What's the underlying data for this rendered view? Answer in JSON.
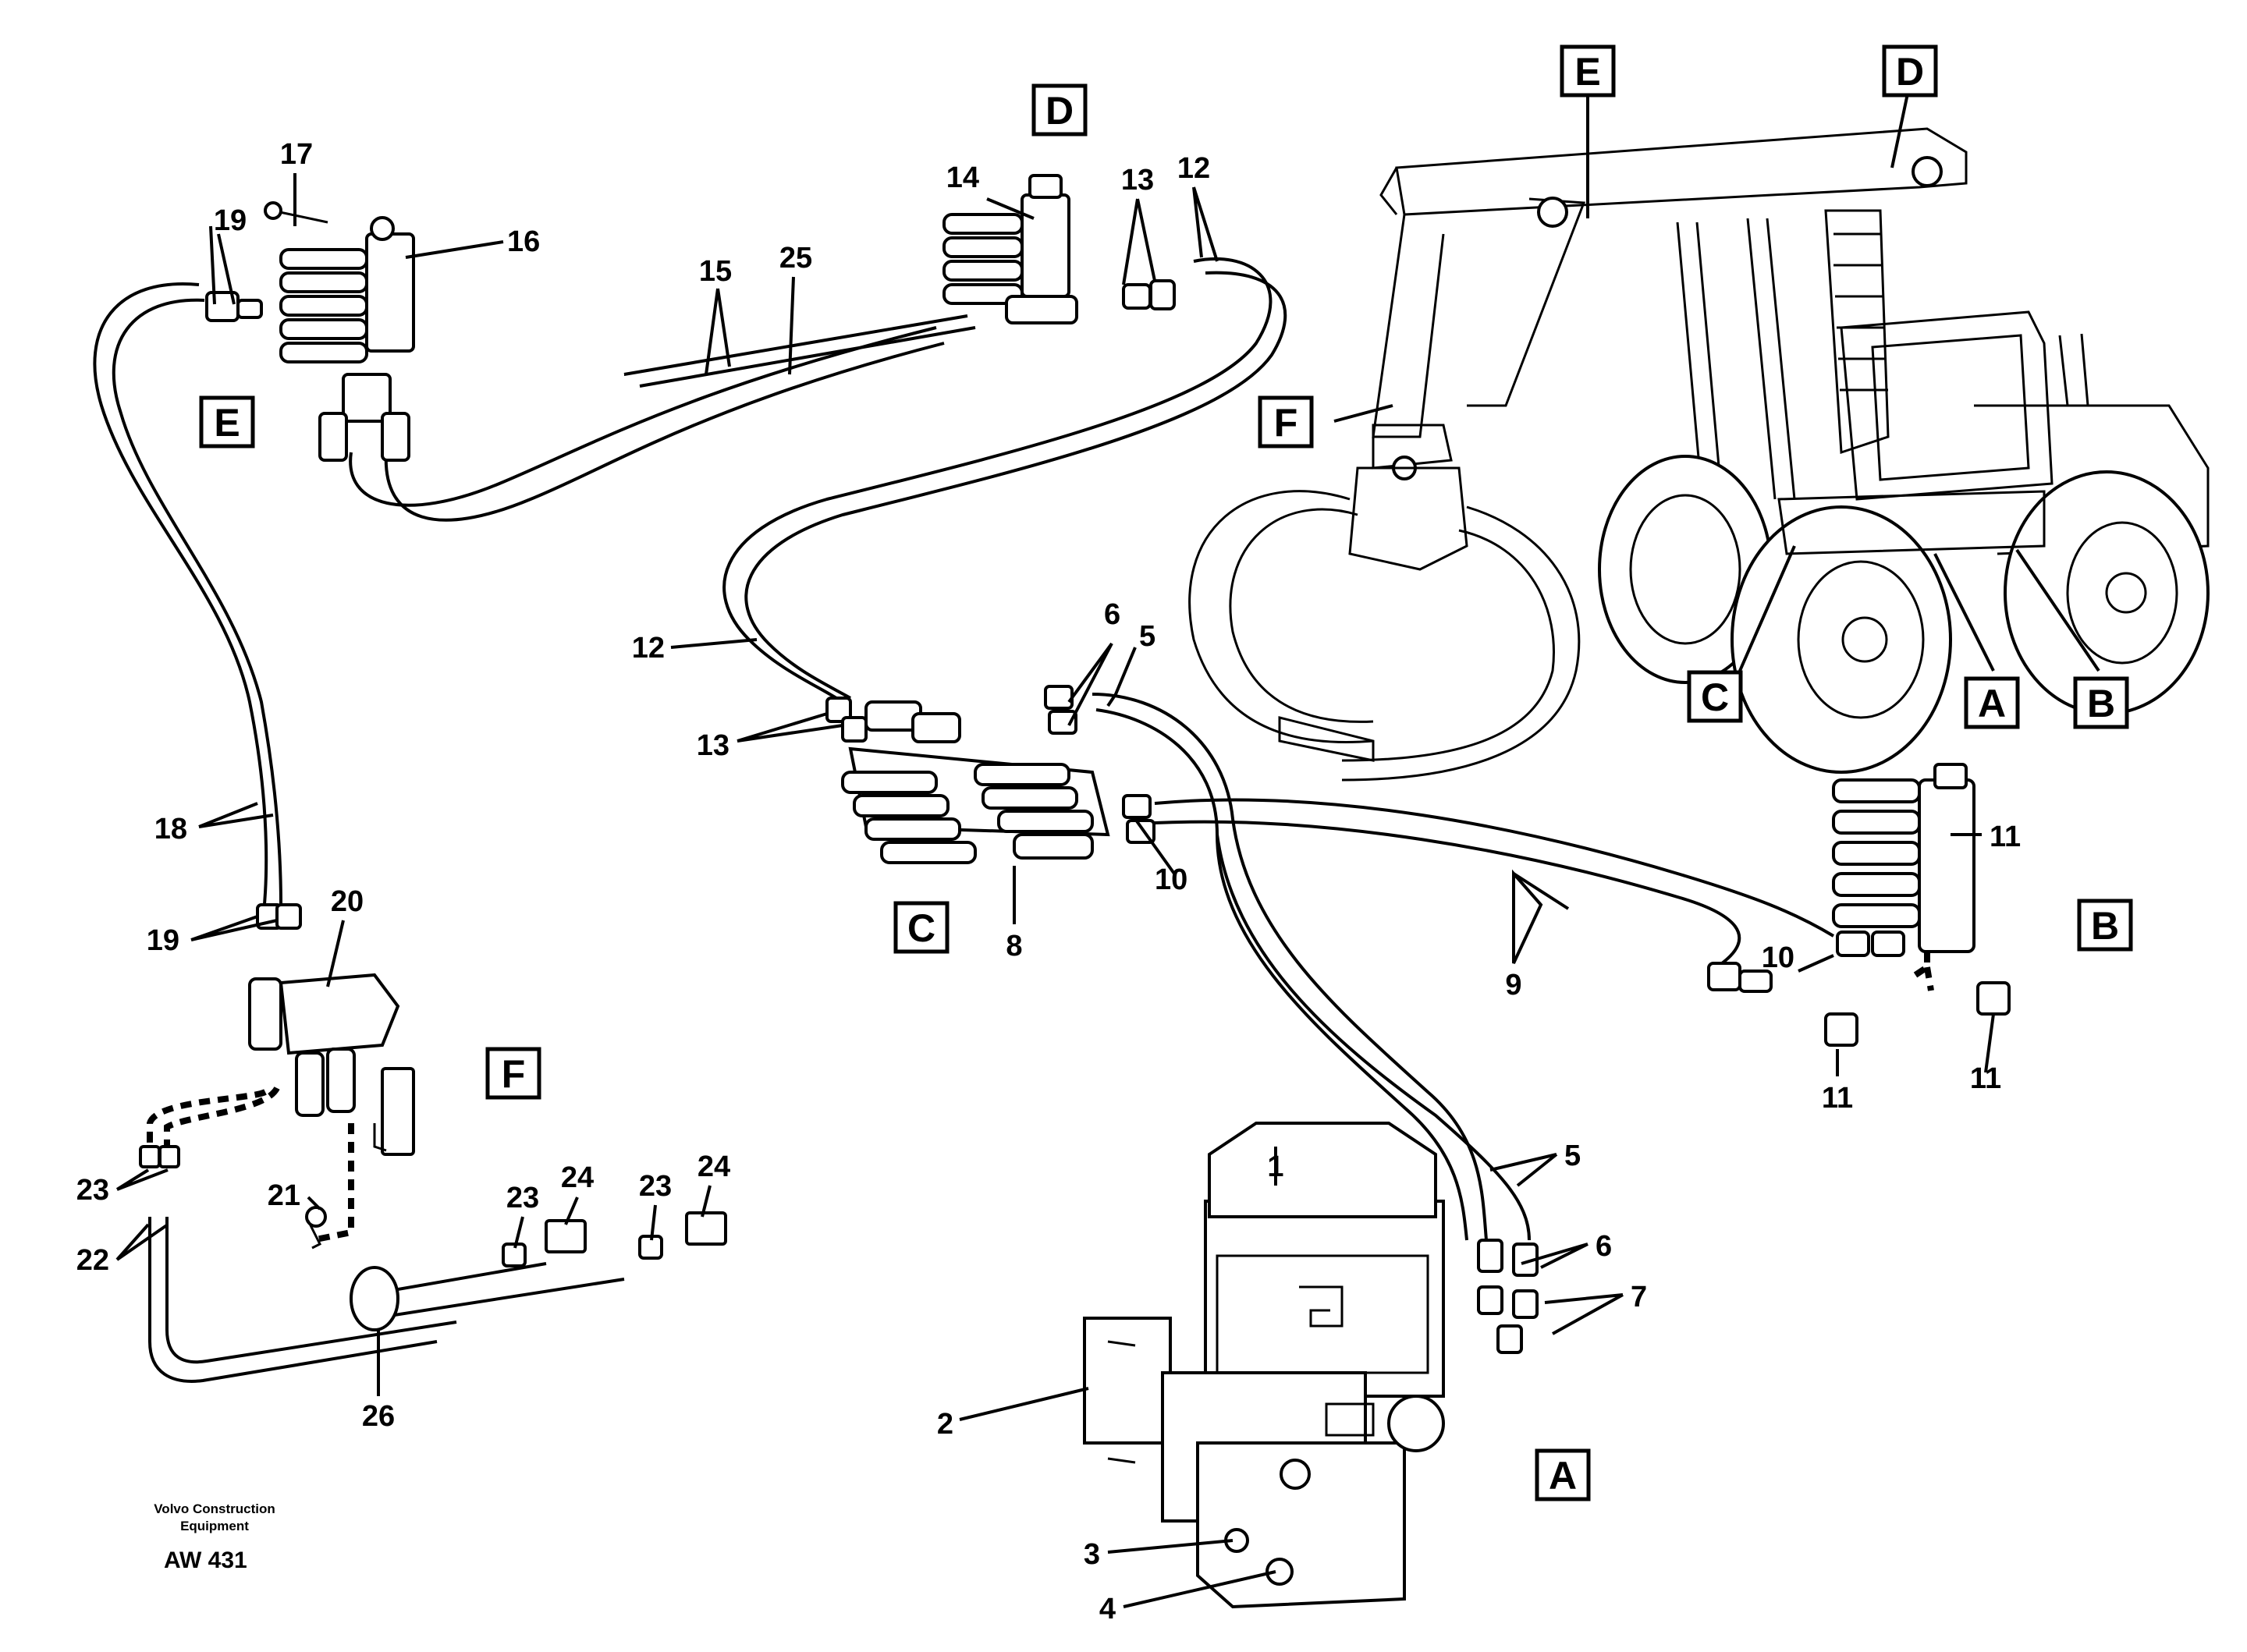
{
  "labels": {
    "n1": "1",
    "n2": "2",
    "n3": "3",
    "n4": "4",
    "n5a": "5",
    "n5b": "5",
    "n6a": "6",
    "n6b": "6",
    "n7": "7",
    "n8": "8",
    "n9": "9",
    "n10a": "10",
    "n10b": "10",
    "n11a": "11",
    "n11b": "11",
    "n11c": "11",
    "n12a": "12",
    "n12b": "12",
    "n13a": "13",
    "n13b": "13",
    "n14": "14",
    "n15": "15",
    "n16": "16",
    "n17": "17",
    "n18": "18",
    "n19a": "19",
    "n19b": "19",
    "n20": "20",
    "n21": "21",
    "n22": "22",
    "n23a": "23",
    "n23b": "23",
    "n23c": "23",
    "n24a": "24",
    "n24b": "24",
    "n25": "25",
    "n26": "26"
  },
  "boxes": {
    "A1": "A",
    "A2": "A",
    "B1": "B",
    "B2": "B",
    "C1": "C",
    "C2": "C",
    "D1": "D",
    "D2": "D",
    "E1": "E",
    "E2": "E",
    "F1": "F",
    "F2": "F"
  },
  "footer": {
    "line1": "Volvo Construction",
    "line2": "Equipment",
    "code": "AW 431"
  }
}
